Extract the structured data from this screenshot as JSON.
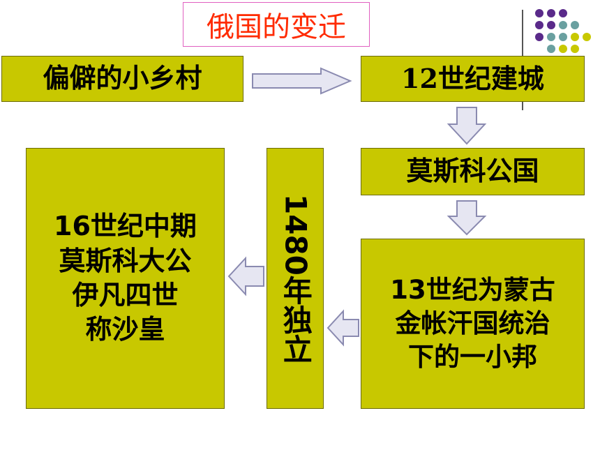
{
  "title": "俄国的变迁",
  "boxes": {
    "village": "偏僻的小乡村",
    "city": "12世纪建城",
    "duchy": "莫斯科公国",
    "mongol": [
      "13世纪为蒙古",
      "金帐汗国统治",
      "下的一小邦"
    ],
    "independence": "1480年独立",
    "tsar": [
      "16世纪中期",
      "莫斯科大公",
      "伊凡四世",
      "称沙皇"
    ]
  },
  "colors": {
    "box_fill": "#c8c800",
    "title_text": "#ff2a00",
    "arrow_fill": "#e6e6f2",
    "arrow_stroke": "#8a8ab0",
    "deco_purple": "#5a2a8a",
    "deco_teal": "#6aa0a0",
    "deco_olive": "#c8c800"
  }
}
